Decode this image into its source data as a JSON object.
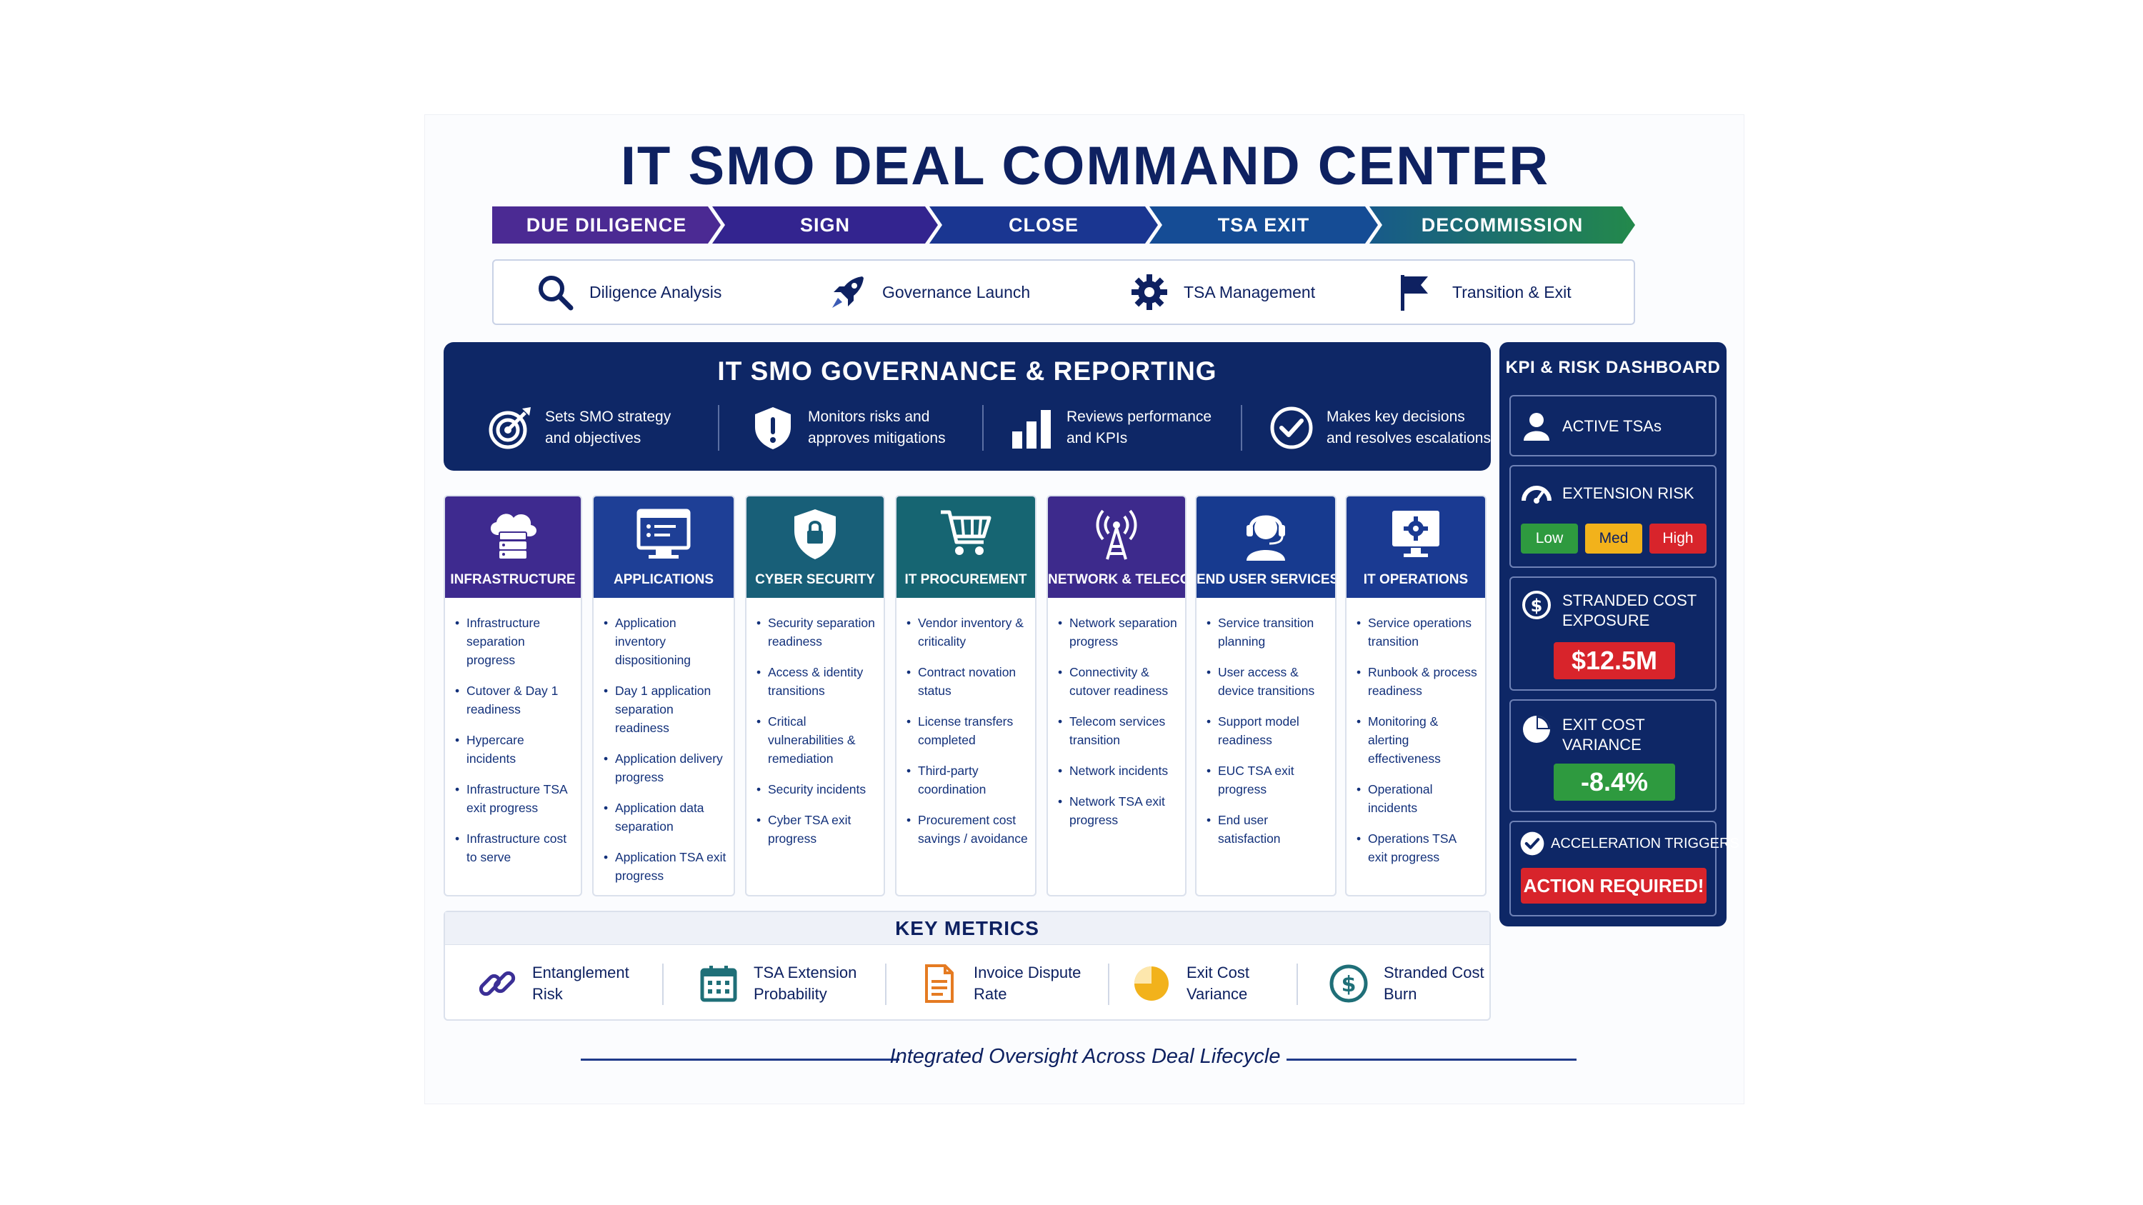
{
  "title": "IT SMO DEAL COMMAND CENTER",
  "phases": [
    "DUE DILIGENCE",
    "SIGN",
    "CLOSE",
    "TSA EXIT",
    "DECOMMISSION"
  ],
  "phase_colors": [
    "#4b2a93",
    "#33248f",
    "#1a3691",
    "#154c95",
    "#1f7a4c"
  ],
  "activities": [
    {
      "label": "Diligence Analysis",
      "icon": "magnifier-icon"
    },
    {
      "label": "Governance Launch",
      "icon": "rocket-icon"
    },
    {
      "label": "TSA Management",
      "icon": "gear-icon"
    },
    {
      "label": "Transition & Exit",
      "icon": "flag-icon"
    }
  ],
  "governance": {
    "title": "IT SMO GOVERNANCE & REPORTING",
    "items": [
      {
        "line1": "Sets SMO strategy",
        "line2": "and objectives",
        "icon": "target-icon"
      },
      {
        "line1": "Monitors risks and",
        "line2": "approves mitigations",
        "icon": "shield-alert-icon"
      },
      {
        "line1": "Reviews performance",
        "line2": "and KPIs",
        "icon": "bar-chart-icon"
      },
      {
        "line1": "Makes key decisions",
        "line2": "and resolves escalations",
        "icon": "check-circle-icon"
      }
    ]
  },
  "columns": [
    {
      "name": "INFRASTRUCTURE",
      "icon": "cloud-server-icon",
      "color": "#3e2a8f",
      "items": [
        "Infrastructure separation progress",
        "Cutover & Day 1 readiness",
        "Hypercare incidents",
        "Infrastructure TSA exit progress",
        "Infrastructure cost to serve"
      ]
    },
    {
      "name": "APPLICATIONS",
      "icon": "application-window-icon",
      "color": "#1e3f96",
      "items": [
        "Application inventory dispositioning",
        "Day 1 application separation readiness",
        "Application delivery progress",
        "Application data separation",
        "Application TSA exit progress"
      ]
    },
    {
      "name": "CYBER SECURITY",
      "icon": "shield-lock-icon",
      "color": "#185f78",
      "items": [
        "Security separation readiness",
        "Access & identity transitions",
        "Critical vulnerabilities & remediation",
        "Security incidents",
        "Cyber TSA exit progress"
      ]
    },
    {
      "name": "IT PROCUREMENT",
      "icon": "cart-icon",
      "color": "#166572",
      "items": [
        "Vendor inventory & criticality",
        "Contract novation status",
        "License transfers completed",
        "Third-party coordination",
        "Procurement cost savings / avoidance"
      ]
    },
    {
      "name": "NETWORK & TELECOM",
      "icon": "antenna-icon",
      "color": "#3d2a8c",
      "items": [
        "Network separation progress",
        "Connectivity & cutover readiness",
        "Telecom services transition",
        "Network incidents",
        "Network TSA exit progress"
      ]
    },
    {
      "name": "END USER SERVICES",
      "icon": "headset-icon",
      "color": "#173a8f",
      "items": [
        "Service transition planning",
        "User access & device transitions",
        "Support model readiness",
        "EUC TSA exit progress",
        "End user satisfaction"
      ]
    },
    {
      "name": "IT OPERATIONS",
      "icon": "monitor-gear-icon",
      "color": "#1a3a92",
      "items": [
        "Service operations transition",
        "Runbook & process readiness",
        "Monitoring & alerting effectiveness",
        "Operational incidents",
        "Operations TSA exit progress"
      ]
    }
  ],
  "key_metrics": {
    "title": "KEY METRICS",
    "items": [
      {
        "line1": "Entanglement",
        "line2": "Risk",
        "icon": "chain-link-icon"
      },
      {
        "line1": "TSA Extension",
        "line2": "Probability",
        "icon": "calendar-icon"
      },
      {
        "line1": "Invoice Dispute",
        "line2": "Rate",
        "icon": "document-icon"
      },
      {
        "line1": "Exit Cost",
        "line2": "Variance",
        "icon": "pie-icon"
      },
      {
        "line1": "Stranded Cost",
        "line2": "Burn",
        "icon": "dollar-circle-icon"
      }
    ]
  },
  "footer": "Integrated Oversight Across Deal Lifecycle",
  "kpi": {
    "title": "KPI & RISK DASHBOARD",
    "active_tsas": "ACTIVE TSAs",
    "extension_risk": "EXTENSION RISK",
    "risk_levels": [
      "Low",
      "Med",
      "High"
    ],
    "risk_colors": [
      "#2e9a3f",
      "#f2b21b",
      "#d8242b"
    ],
    "stranded_line1": "STRANDED COST",
    "stranded_line2": "EXPOSURE",
    "stranded_value": "$12.5M",
    "exit_line1": "EXIT COST",
    "exit_line2": "VARIANCE",
    "exit_value": "-8.4%",
    "triggers": "ACCELERATION TRIGGERS",
    "action": "ACTION REQUIRED!"
  }
}
